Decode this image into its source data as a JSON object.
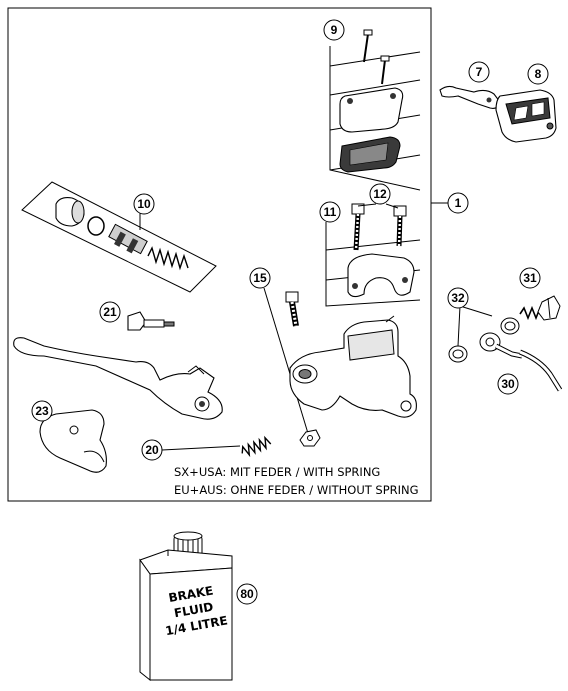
{
  "callouts": {
    "c1": "1",
    "c7": "7",
    "c8": "8",
    "c9": "9",
    "c10": "10",
    "c11": "11",
    "c12": "12",
    "c15": "15",
    "c20": "20",
    "c21": "21",
    "c23": "23",
    "c30": "30",
    "c31": "31",
    "c32": "32",
    "c80": "80"
  },
  "notes": {
    "line1": "SX+USA:  MIT FEDER / WITH SPRING",
    "line2": "EU+AUS:  OHNE FEDER / WITHOUT SPRING"
  },
  "can_label": {
    "line1": "BRAKE",
    "line2": "FLUID",
    "line3": "1/4 LITRE"
  }
}
